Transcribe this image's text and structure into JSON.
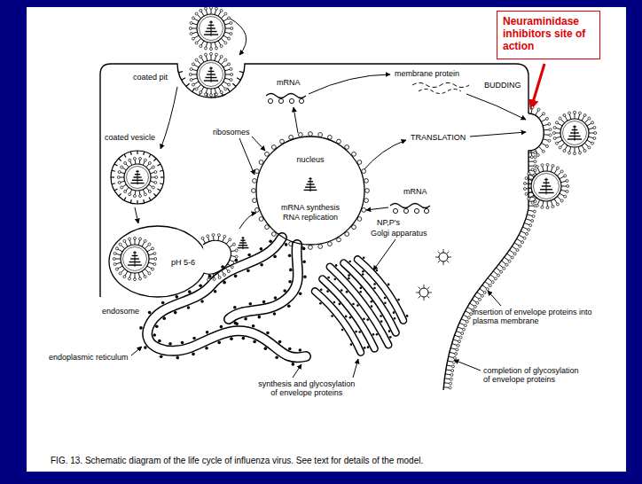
{
  "diagram": {
    "caption": "FIG. 13. Schematic diagram of the life cycle of influenza virus. See text for details of the model.",
    "nodes": [
      {
        "text": [
          "Neuraminidase inhibitors site of action"
        ]
      },
      {
        "text": [
          "nucleus",
          "mRNA synthesis RNA replication"
        ]
      }
    ],
    "labels": [
      "coated pit",
      "coated vesicle",
      "ribosomes",
      "mRNA",
      "membrane protein",
      "BUDDING",
      "TRANSLATION",
      "mRNA",
      "NP,P's",
      "Golgi apparatus",
      "pH 5-6",
      "endosome",
      "endoplasmic reticulum",
      "synthesis and glycosylation of envelope proteins",
      "insertion of envelope proteins into plasma membrane",
      "completion of glycosylation of envelope proteins"
    ]
  }
}
